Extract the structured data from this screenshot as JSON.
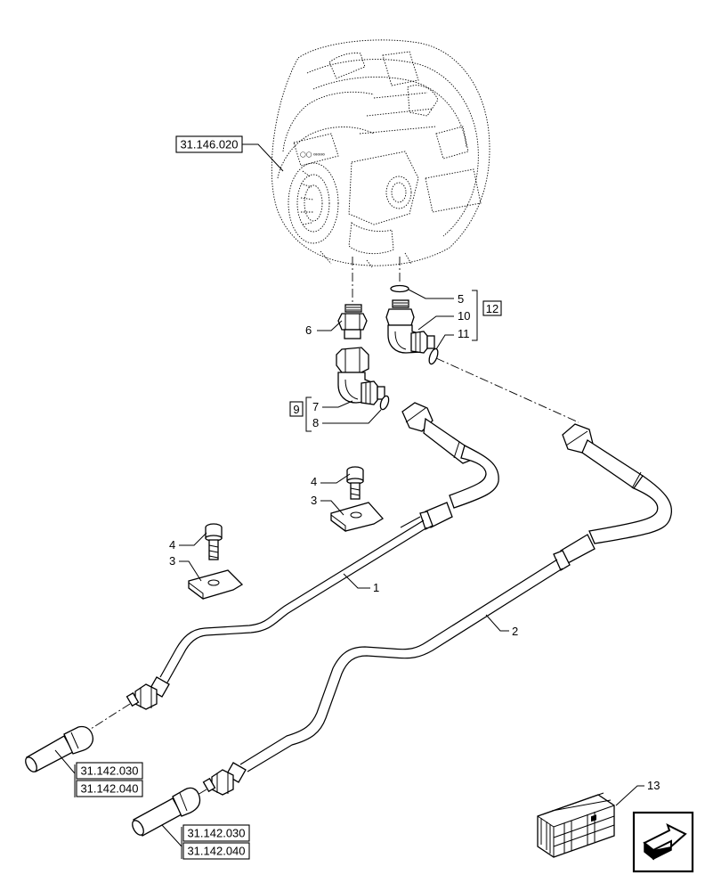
{
  "references": {
    "top": "31.146.020",
    "left_a": "31.142.030",
    "left_b": "31.142.040",
    "bottom_a": "31.142.030",
    "bottom_b": "31.142.040"
  },
  "callouts": {
    "c1": "1",
    "c2": "2",
    "c3a": "3",
    "c3b": "3",
    "c4a": "4",
    "c4b": "4",
    "c5": "5",
    "c6": "6",
    "c7": "7",
    "c8": "8",
    "c9": "9",
    "c10": "10",
    "c11": "11",
    "c12": "12",
    "c13": "13"
  },
  "icons": {
    "kit": "packing-crate-icon",
    "nav": "next-page-arrow-icon"
  }
}
